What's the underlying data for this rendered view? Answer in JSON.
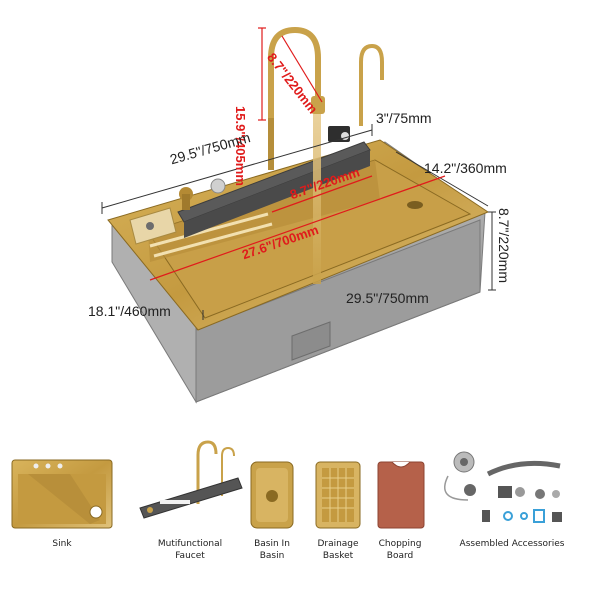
{
  "dimensions": {
    "faucet_height": "15.9\"/405mm",
    "faucet_reach": "8.7\"/220mm",
    "deck_width": "3\"/75mm",
    "top_width": "29.5\"/750mm",
    "top_depth": "14.2\"/360mm",
    "inner_width": "8.7\"/220mm",
    "inner_length": "27.6\"/700mm",
    "bowl_depth": "8.7\"/220mm",
    "bottom_width": "29.5\"/750mm",
    "bottom_depth": "18.1\"/460mm"
  },
  "components": [
    {
      "label": "Sink"
    },
    {
      "label": "Mutifunctional\nFaucet"
    },
    {
      "label": "Basin In\nBasin"
    },
    {
      "label": "Drainage\nBasket"
    },
    {
      "label": "Chopping\nBoard"
    },
    {
      "label": "Assembled Accessories"
    }
  ],
  "colors": {
    "gold": "#c9a24a",
    "gold_dark": "#9c7a2e",
    "steel": "#a3a3a3",
    "panel": "#5a5a5a",
    "dimension_red": "#e01b1b",
    "board": "#b5614a"
  }
}
